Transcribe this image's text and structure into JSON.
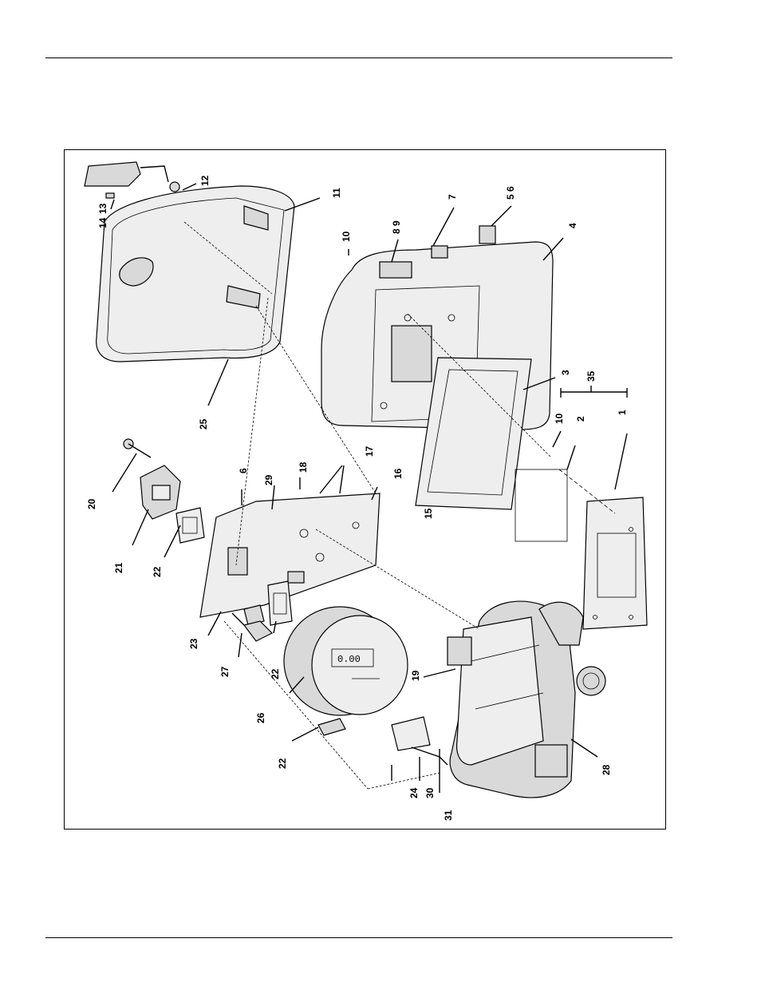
{
  "labels": {
    "l1": "1",
    "l2": "2",
    "l3": "3",
    "l4": "4",
    "l56": "5 6",
    "l7": "7",
    "l89": "8 9",
    "l10a": "10",
    "l10b": "10",
    "l11": "11",
    "l12": "12",
    "l13": "13",
    "l14": "14",
    "l15": "15",
    "l16": "16",
    "l17": "17",
    "l18": "18",
    "l19": "19",
    "l20": "20",
    "l21": "21",
    "l22a": "22",
    "l22b": "22",
    "l22c": "22",
    "l23": "23",
    "l24": "24",
    "l25": "25",
    "l26": "26",
    "l27": "27",
    "l28": "28",
    "l29": "29",
    "l30": "30",
    "l31": "31",
    "l35": "35",
    "l6": "6"
  },
  "display_text": "0.00"
}
